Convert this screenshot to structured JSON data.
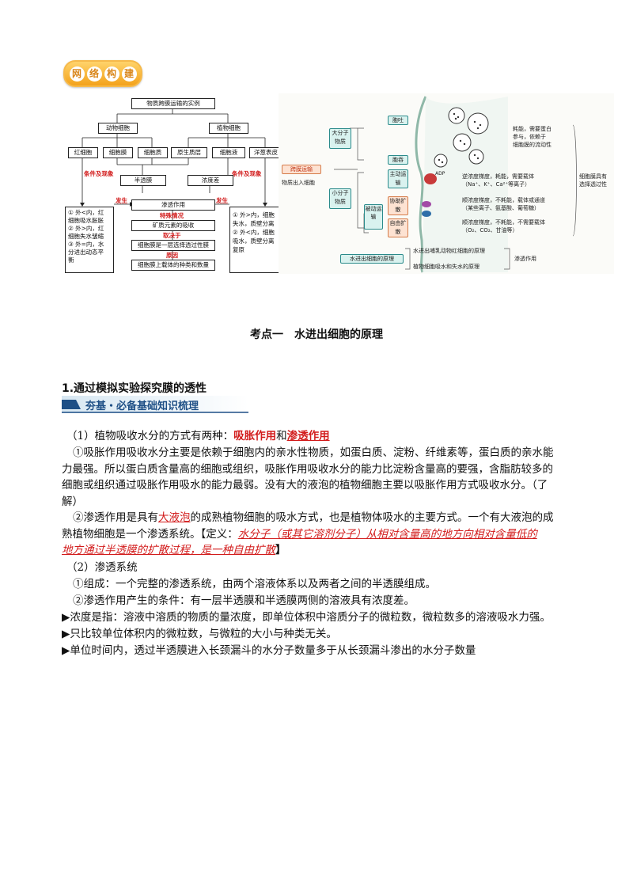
{
  "logo": {
    "chars": [
      "网",
      "络",
      "构",
      "建"
    ]
  },
  "flow": {
    "top": "物质跨膜运输的实例",
    "animal": "动物细胞",
    "plant": "植物细胞",
    "rbc": "红细胞",
    "cellmem": "细胞膜",
    "cytoplasm": "细胞质",
    "protoplast": "原生质层",
    "cellsap": "细胞液",
    "onion": "洋葱表皮",
    "condition_l": "条件及现象",
    "condition_r": "条件及现象",
    "semimem": "半透膜",
    "concdiff": "浓度差",
    "osmosis": "渗透作用",
    "occur_l": "发生",
    "occur_r": "发生",
    "special": "特殊情况",
    "mineral": "矿质元素的吸收",
    "decides": "取决于",
    "selective": "细胞膜是一层选择透过性膜",
    "reason": "原因",
    "carrier": "细胞膜上载体的种类和数量",
    "left_box": [
      "① 外<内，红细胞吸水胀胀",
      "② 外>内，红细胞失水皱缩",
      "③ 外=内，水分进出动态平衡"
    ],
    "left_box_lines": [
      "① 外<内，红",
      "细胞吸水胀胀",
      "② 外>内，红",
      "细胞失水皱缩",
      "③ 外=内，水",
      "分进出动态平",
      "衡"
    ],
    "right_box_lines": [
      "① 外>内，细胞",
      "失水，质壁分离",
      "② 外<内，细胞",
      "吸水，质壁分离",
      "复原"
    ]
  },
  "diagram": {
    "main": "跨膜运输",
    "sub": "物质出入细胞",
    "macro": "大分子物质",
    "endo": "胞吐",
    "exo": "胞吞",
    "macro_note": [
      "耗能，需要蛋白",
      "参与，依赖于",
      "细胞膜的流动性"
    ],
    "small": "小分子物质",
    "active": "主动运输",
    "passive": "被动运输",
    "facilitated": "协助扩散",
    "free": "自由扩散",
    "adp": "ADP",
    "active_note": [
      "逆浓度梯度，耗能，需要载体",
      "（Na⁺、K⁺、Ca²⁺等离子）"
    ],
    "facil_note": [
      "顺浓度梯度，不耗能，载体或通道",
      "（某些离子、氨基酸、葡萄糖）"
    ],
    "free_note": [
      "顺浓度梯度，不耗能，不需要载体",
      "（O₂、CO₂、甘油等）"
    ],
    "selective": [
      "细胞膜具有",
      "选择透过性"
    ],
    "principle": "水进出细胞的原理",
    "p1": "水进出哺乳动物红细胞的原理",
    "p2": "植物细胞吸水和失水的原理",
    "osmosis": "渗透作用"
  },
  "section_title": "考点一　水进出细胞的原理",
  "sub_title": "1.通过模拟实验探究膜的透性",
  "banner": "夯基・必备基础知识梳理",
  "p1_prefix": "（1）植物吸收水分的方式有两种：",
  "p1_a": "吸胀作用",
  "p1_and": "和",
  "p1_b": "渗透作用",
  "p2_lines": [
    "①吸胀作用吸收水分主要是依赖于细胞内的亲水性物质，如蛋白质、淀粉、纤维素等，蛋白质的亲水能",
    "力最强。所以蛋白质含量高的细胞或组织，吸胀作用吸收水分的能力比淀粉含量高的要强，含脂肪较多的",
    "细胞或组织通过吸胀作用吸水的能力最弱。没有大的液泡的植物细胞主要以吸胀作用方式吸收水分。（了",
    "解）"
  ],
  "p3_a": "②渗透作用是具有",
  "p3_vac": "大液泡",
  "p3_b": "的成熟植物细胞的吸水方式，也是植物体吸水的主要方式。一个有大液泡的成",
  "p3_c": "熟植物细胞是一个渗透系统。【定义：",
  "p3_def1": "水分子（或其它溶剂分子）从相对含量高的地方向相对含量低的",
  "p3_def2": "地方通过半透膜的扩散过程，是一种自由扩散",
  "p3_end": "】",
  "p4": "（2）渗透系统",
  "p5": "①组成：一个完整的渗透系统，由两个溶液体系以及两者之间的半透膜组成。",
  "p6": "②渗透作用产生的条件：有一层半透膜和半透膜两侧的溶液具有浓度差。",
  "p7": "▶浓度是指：溶液中溶质的物质的量浓度，即单位体积中溶质分子的微粒数，微粒数多的溶液吸水力强。",
  "p8": "▶只比较单位体积内的微粒数，与微粒的大小与种类无关。",
  "p9": "▶单位时间内，透过半透膜进入长颈漏斗的水分子数量多于从长颈漏斗渗出的水分子数量"
}
